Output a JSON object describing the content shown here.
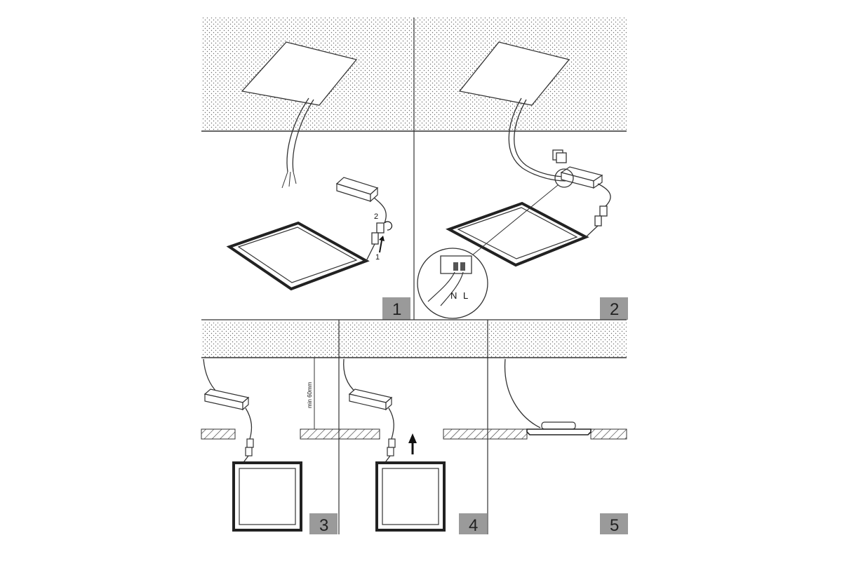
{
  "steps": [
    {
      "number": "1",
      "arrow_1": "1",
      "arrow_2": "2"
    },
    {
      "number": "2",
      "terminal_n": "N",
      "terminal_l": "L"
    },
    {
      "number": "3",
      "dimension_note": "min 60mm"
    },
    {
      "number": "4"
    },
    {
      "number": "5"
    }
  ],
  "colors": {
    "step_badge": "#9a9a9a",
    "line": "#333333",
    "ceiling_dots": "#6b6b6b"
  }
}
